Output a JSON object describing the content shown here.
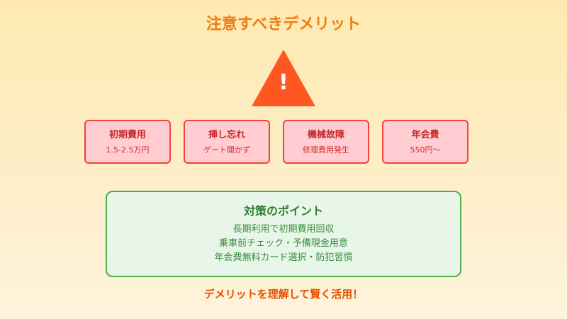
{
  "title": "注意すべきデメリット",
  "warning_symbol": "!",
  "cards": [
    {
      "heading": "初期費用",
      "detail": "1.5-2.5万円"
    },
    {
      "heading": "挿し忘れ",
      "detail": "ゲート開かず"
    },
    {
      "heading": "機械故障",
      "detail": "修理費用発生"
    },
    {
      "heading": "年会費",
      "detail": "550円〜"
    }
  ],
  "tips": {
    "heading": "対策のポイント",
    "lines": [
      "長期利用で初期費用回収",
      "乗車前チェック・予備現金用意",
      "年会費無料カード選択・防犯習慣"
    ]
  },
  "footer": "デメリットを理解して賢く活用！",
  "colors": {
    "accent": "#f07d10",
    "warning": "#ff5722",
    "card_border": "#f44336",
    "tip_border": "#4caf50"
  }
}
